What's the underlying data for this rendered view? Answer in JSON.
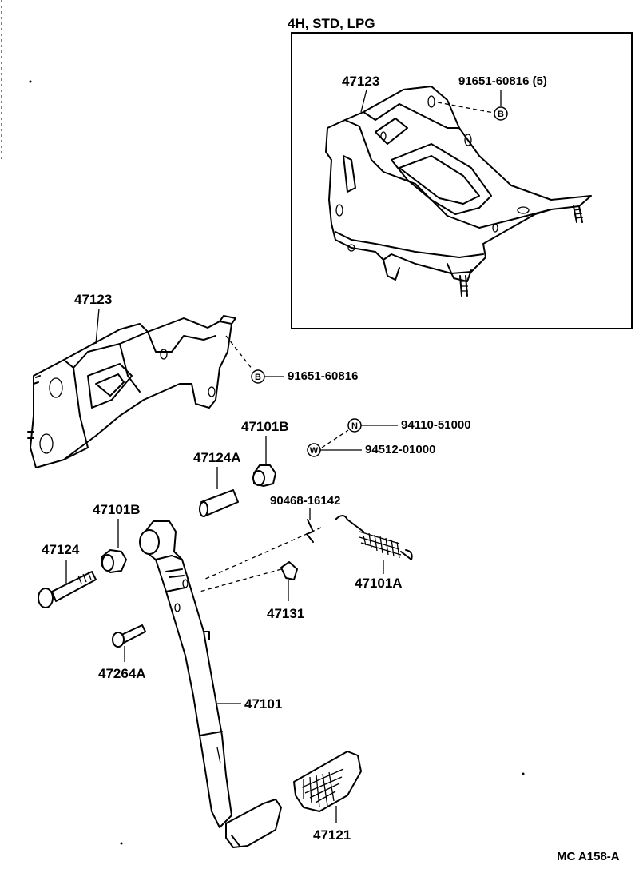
{
  "inset": {
    "title": "4H, STD, LPG"
  },
  "labels": {
    "inset_bracket": "47123",
    "inset_bolt": "91651-60816 (5)",
    "bracket": "47123",
    "bracket_bolt": "91651-60816",
    "bushing_right": "47101B",
    "nut": "94110-51000",
    "washer": "94512-01000",
    "collar": "47124A",
    "clip": "90468-16142",
    "bushing_left": "47101B",
    "bolt": "47124",
    "stopper": "47131",
    "spring": "47101A",
    "pin": "47264A",
    "pedal": "47101",
    "pad": "47121"
  },
  "symbols": {
    "bolt": "B",
    "nut": "N",
    "washer": "W"
  },
  "footer": {
    "code": "MC  A158-A"
  }
}
